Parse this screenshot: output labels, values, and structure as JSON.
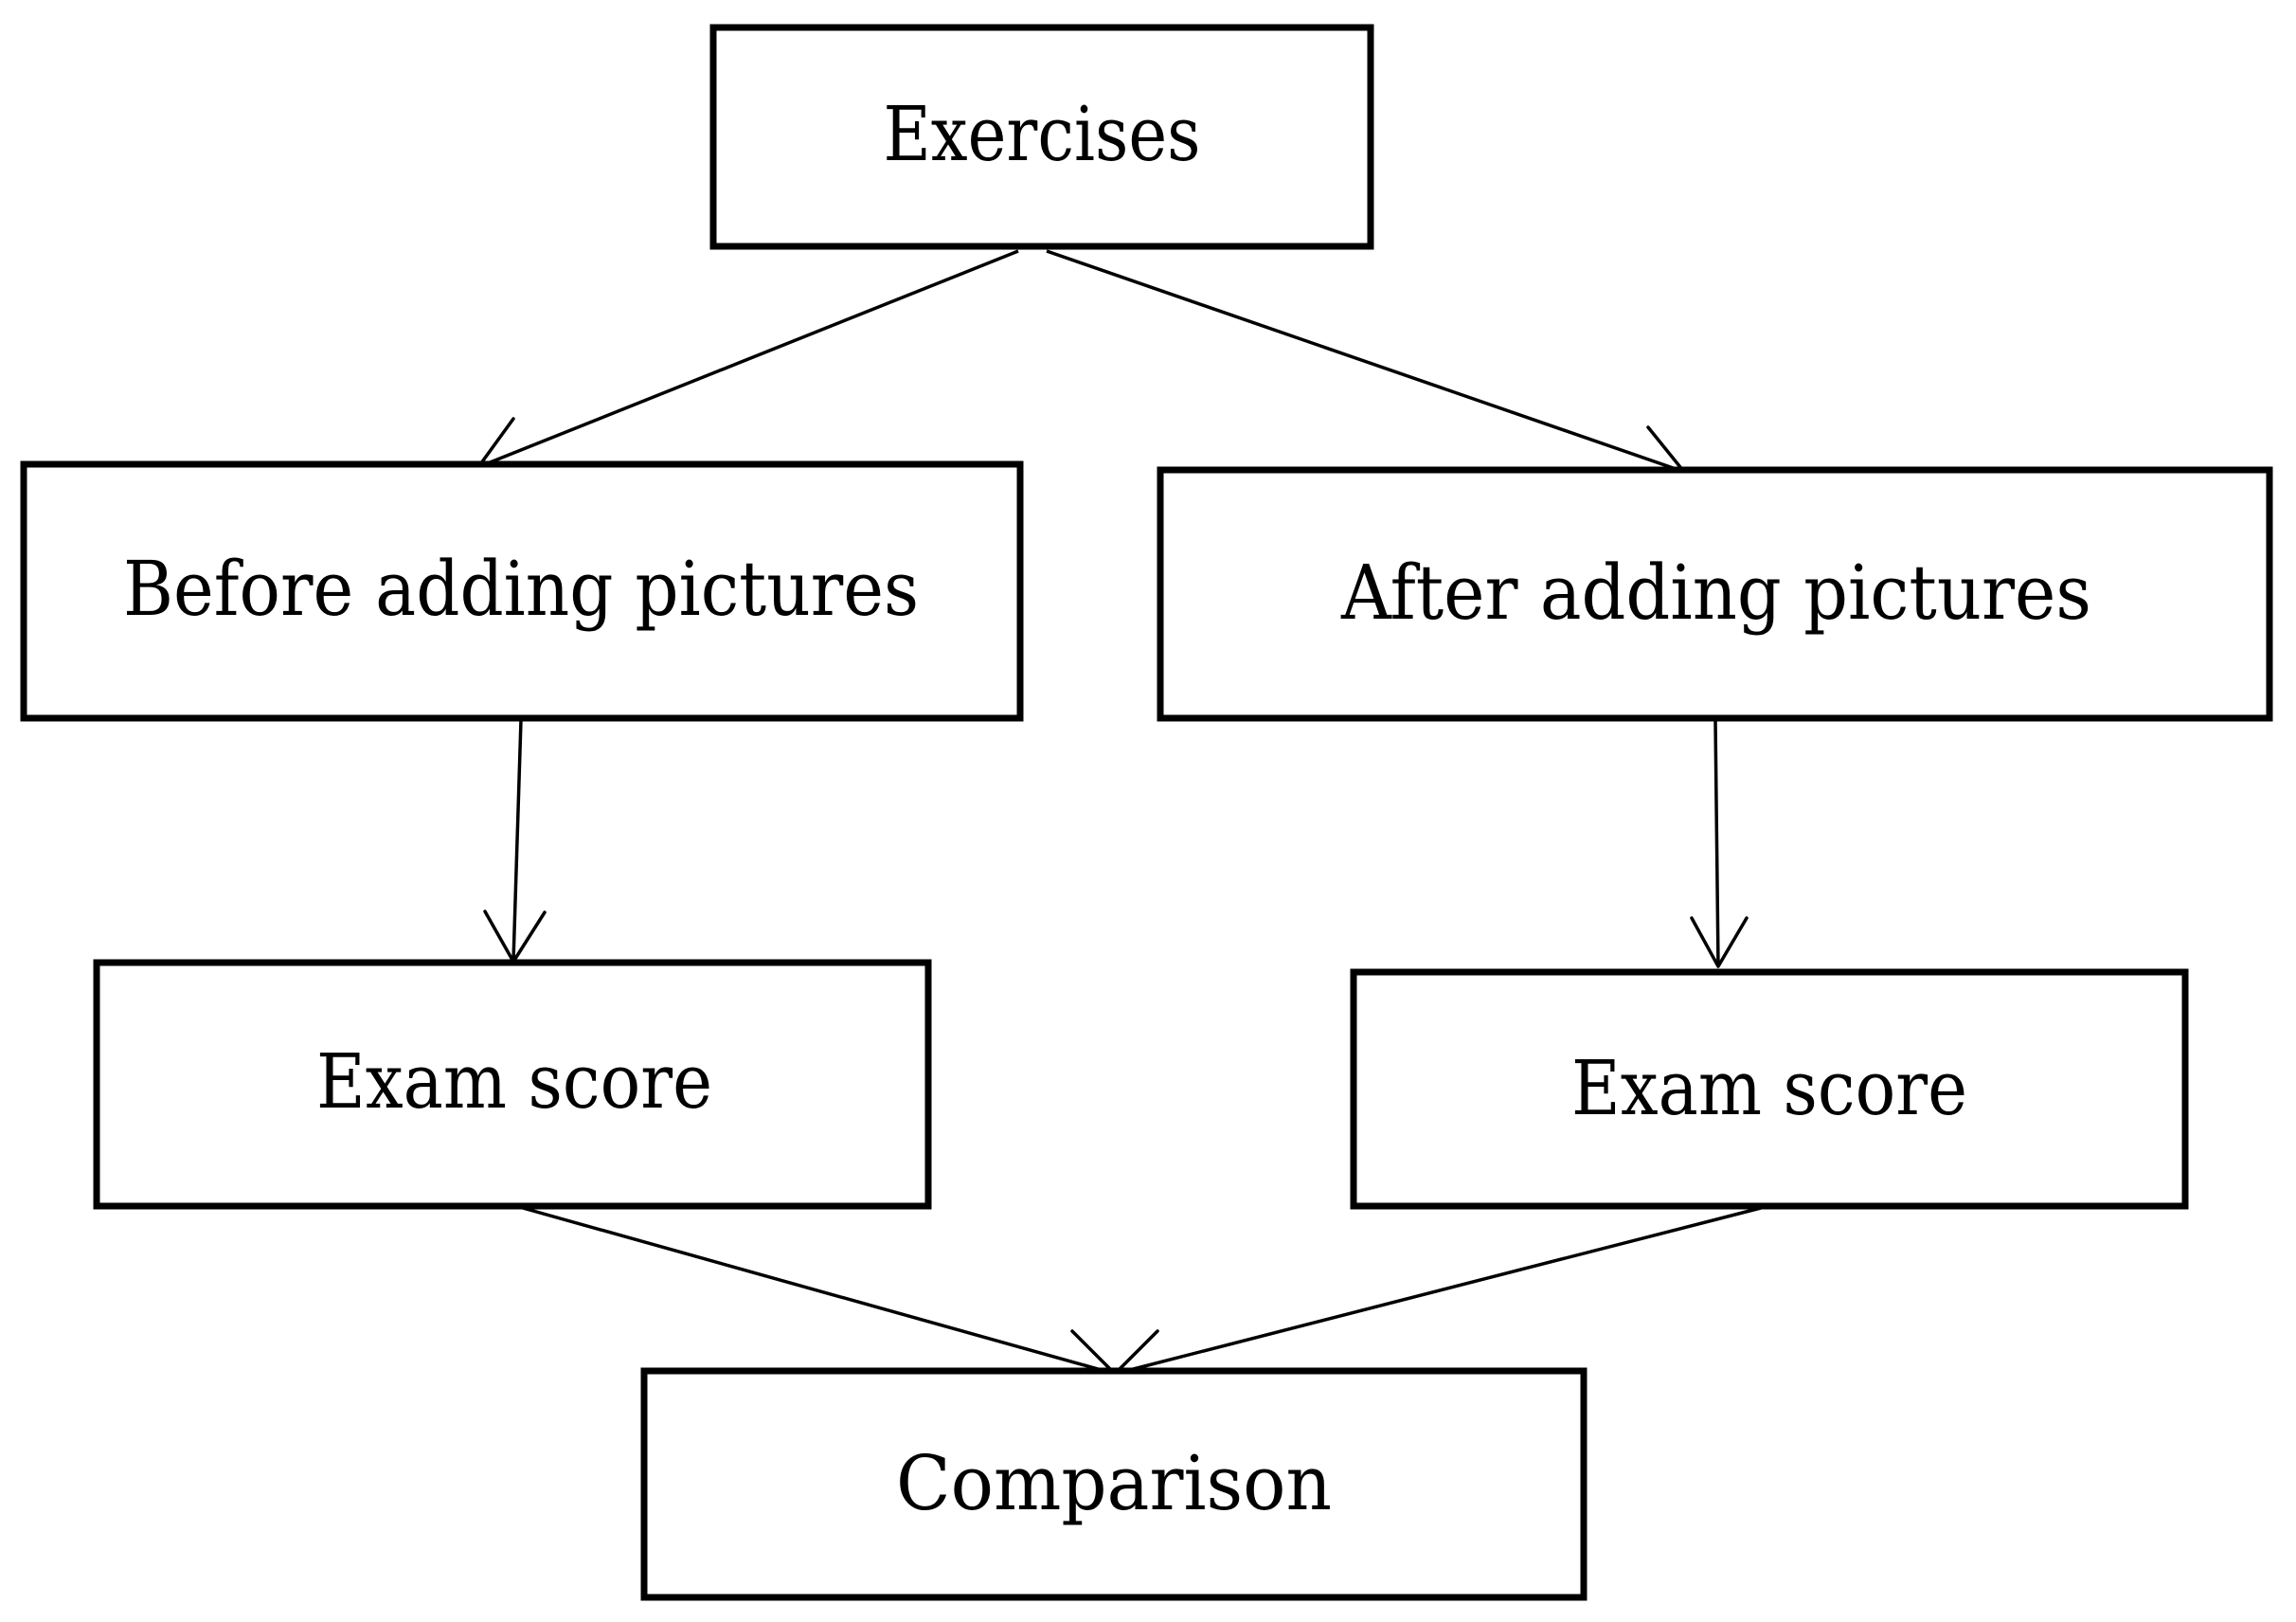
{
  "boxes": {
    "exercises": {
      "label": "Exercises"
    },
    "before": {
      "label": "Before adding pictures"
    },
    "after": {
      "label": "After adding pictures"
    },
    "exam_before": {
      "label": "Exam score"
    },
    "exam_after": {
      "label": "Exam score"
    },
    "comparison": {
      "label": "Comparison"
    }
  },
  "edges": [
    {
      "from": "exercises",
      "to": "before"
    },
    {
      "from": "exercises",
      "to": "after"
    },
    {
      "from": "before",
      "to": "exam_before"
    },
    {
      "from": "after",
      "to": "exam_after"
    },
    {
      "from": "exam_before",
      "to": "comparison"
    },
    {
      "from": "exam_after",
      "to": "comparison"
    }
  ],
  "colors": {
    "stroke": "#000000",
    "background": "#ffffff"
  }
}
